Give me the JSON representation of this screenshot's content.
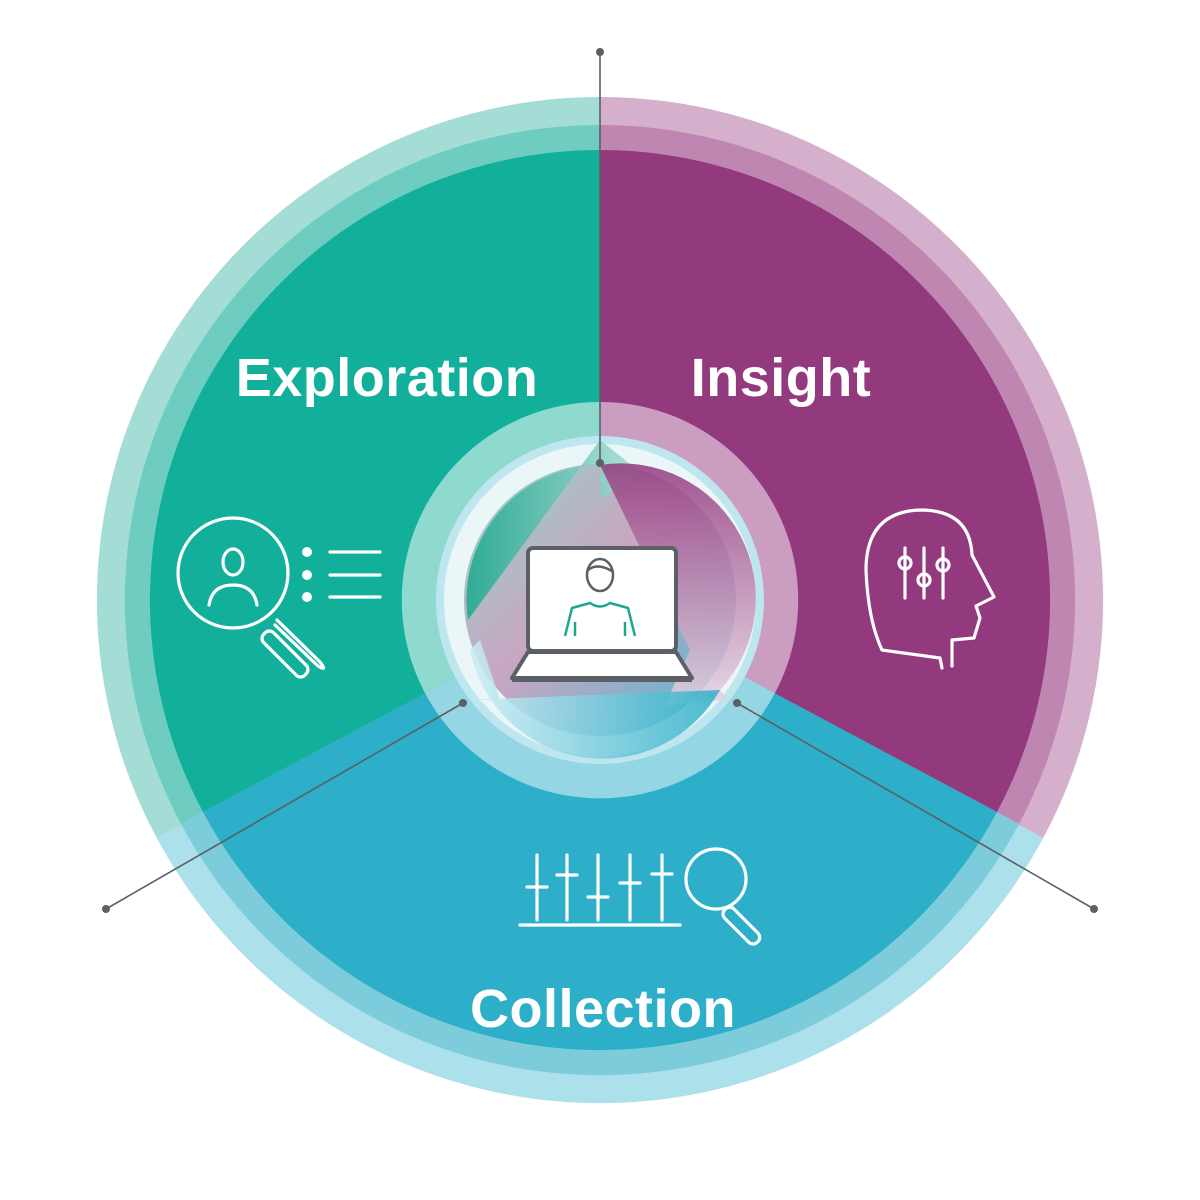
{
  "diagram": {
    "segments": [
      {
        "id": "exploration",
        "label": "Exploration",
        "icon": "user-search-list-icon",
        "color": "#12b09b",
        "ring_color_inner": "#6ecdc0",
        "ring_color_outer": "#a4ddd6"
      },
      {
        "id": "insight",
        "label": "Insight",
        "icon": "head-sliders-icon",
        "color": "#93397e",
        "ring_color_inner": "#bf86b1",
        "ring_color_outer": "#d5b0cc"
      },
      {
        "id": "collection",
        "label": "Collection",
        "icon": "sliders-search-icon",
        "color": "#2eafc9",
        "ring_color_inner": "#7dccdc",
        "ring_color_outer": "#ace0ea"
      }
    ],
    "center_icon": "laptop-user-icon",
    "center_cycle_icon": "cycle-arrows-icon"
  }
}
